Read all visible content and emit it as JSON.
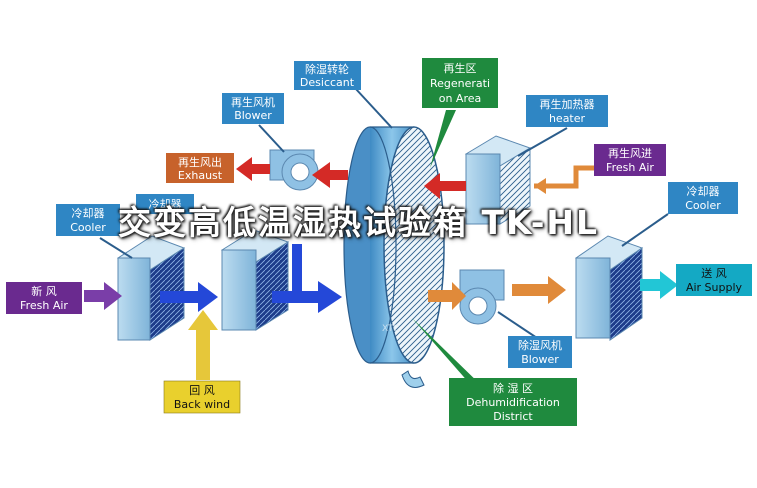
{
  "labels": {
    "desiccant": {
      "zh": "除湿转轮",
      "en": "Desiccant"
    },
    "regeneration": {
      "zh": "再生区",
      "en1": "Regenerati",
      "en2": "on Area"
    },
    "regen_blower": {
      "zh": "再生风机",
      "en": "Blower"
    },
    "regen_heater": {
      "zh": "再生加热器",
      "en": "heater"
    },
    "exhaust": {
      "zh": "再生风出",
      "en": "Exhaust"
    },
    "regen_air": {
      "zh": "再生风进",
      "en": "Fresh Air"
    },
    "cooler_left": {
      "zh": "冷却器",
      "en": "Cooler"
    },
    "cooler_mid": {
      "zh": "冷却器"
    },
    "cooler_right": {
      "zh": "冷却器",
      "en": "Cooler"
    },
    "fresh_air": {
      "zh": "新    风",
      "en": "Fresh Air"
    },
    "air_supply": {
      "zh": "送  风",
      "en": "Air Supply"
    },
    "dh_blower": {
      "zh": "除湿风机",
      "en": "Blower"
    },
    "back_wind": {
      "zh": "回    风",
      "en": "Back wind"
    },
    "dh_district": {
      "zh": "除    湿    区",
      "en1": "Dehumidification",
      "en2": "District"
    }
  },
  "watermark": "XTC",
  "overlay_title": "交变高低温湿热试验箱 TK-HL",
  "colors": {
    "label_blue": "#2f86c4",
    "label_orange": "#c7622b",
    "label_purple": "#6a2a8f",
    "label_yellow": "#e9d02d",
    "label_green": "#1f8a3e",
    "label_teal": "#14a9c4",
    "arrow_red": "#d42a26",
    "arrow_blue": "#2448d8",
    "arrow_orange": "#e08a3a",
    "arrow_yellow": "#e6c73a",
    "arrow_teal": "#22c6d6",
    "arrow_purple": "#7a3ea8",
    "wheel": "#5fa8d8"
  }
}
